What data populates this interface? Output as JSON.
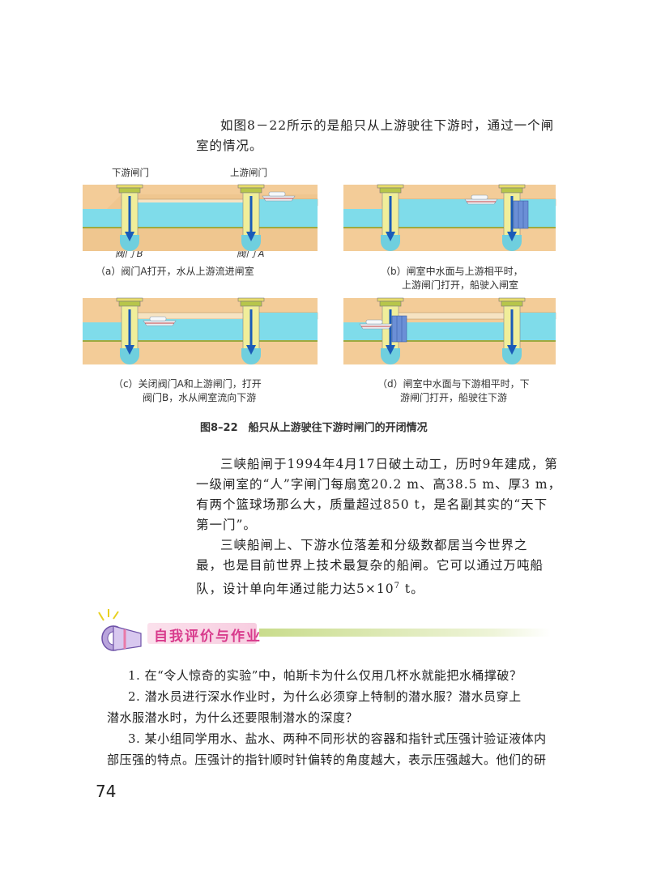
{
  "intro": {
    "line1": "如图8－22所示的是船只从上游驶往下游时，通过一个闸",
    "line2": "室的情况。"
  },
  "figure": {
    "label_downstream_gate": "下游闸门",
    "label_upstream_gate": "上游闸门",
    "label_valve_b": "阀门 B",
    "label_valve_a": "阀门 A",
    "caption_a": "（a）阀门A打开，水从上游流进闸室",
    "caption_b_line1": "（b）闸室中水面与上游相平时，",
    "caption_b_line2": "上游闸门打开，船驶入闸室",
    "caption_c_line1": "（c）关闭阀门A和上游闸门，打开",
    "caption_c_line2": "阀门B，水从闸室流向下游",
    "caption_d_line1": "（d）闸室中水面与下游相平时，下",
    "caption_d_line2": "游闸门打开，船驶往下游",
    "title": "图8–22　船只从上游驶往下游时闸门的开闭情况",
    "colors": {
      "water": "#7fdcea",
      "land": "#f3cc98",
      "gate": "#f0ee9a",
      "arrow": "#1a5bb8",
      "bottom": "#9ea93f"
    }
  },
  "body": {
    "p1_l1": "三峡船闸于1994年4月17日破土动工，历时9年建成，第",
    "p1_l2": "一级闸室的“人”字闸门每扇宽20.2 m、高38.5 m、厚3 m，",
    "p1_l3": "有两个篮球场那么大，质量超过850 t，是名副其实的“天下",
    "p1_l4": "第一门”。",
    "p2_l1": "三峡船闸上、下游水位落差和分级数都居当今世界之",
    "p2_l2": "最，也是目前世界上技术最复杂的船闸。它可以通过万吨船",
    "p2_l3_a": "队，设计单向年通过能力达5×10",
    "p2_l3_sup": "7",
    "p2_l3_b": " t。"
  },
  "section": {
    "title": "自我评价与作业"
  },
  "questions": {
    "q1": "1. 在“令人惊奇的实验”中，帕斯卡为什么仅用几杯水就能把水桶撑破？",
    "q2_l1": "2. 潜水员进行深水作业时，为什么必须穿上特制的潜水服？潜水员穿上",
    "q2_l2": "潜水服潜水时，为什么还要限制潜水的深度？",
    "q3_l1": "3. 某小组同学用水、盐水、两种不同形状的容器和指针式压强计验证液体内",
    "q3_l2": "部压强的特点。压强计的指针顺时针偏转的角度越大，表示压强越大。他们的研"
  },
  "page_number": "74"
}
